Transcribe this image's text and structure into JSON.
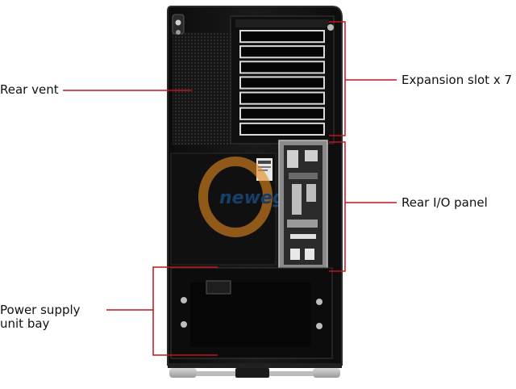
{
  "image": {
    "subject": "Computer tower case, rear view",
    "watermark_text": "newegg"
  },
  "callouts": [
    {
      "id": "rear-vent",
      "text": "Rear vent"
    },
    {
      "id": "expansion-slots",
      "text": "Expansion slot x 7"
    },
    {
      "id": "rear-io",
      "text": "Rear I/O panel"
    },
    {
      "id": "psu-bay",
      "lines": [
        "Power supply",
        "unit bay"
      ]
    }
  ],
  "colors": {
    "leader_line": "#c4121f",
    "case_body": "#141414",
    "case_edge": "#3a3a3a",
    "watermark_orange": "#e58a1f",
    "watermark_blue": "#1d5fa8"
  },
  "counts": {
    "expansion_slots": 7
  }
}
